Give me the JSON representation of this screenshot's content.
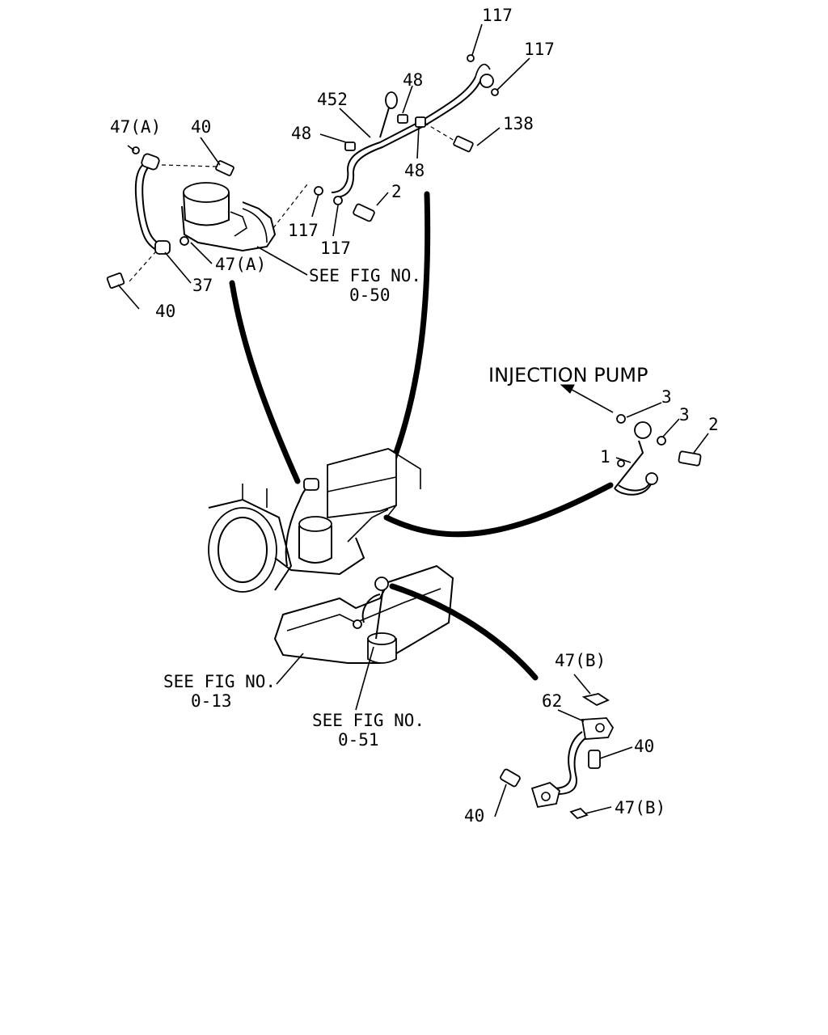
{
  "labels": {
    "top_117_a": "117",
    "top_117_b": "117",
    "p48_top": "48",
    "p452": "452",
    "p48_left": "48",
    "p138": "138",
    "p48_right": "48",
    "p2_top": "2",
    "p47a_top": "47(A)",
    "p40_top": "40",
    "p117_mid_a": "117",
    "p117_mid_b": "117",
    "p47a_mid": "47(A)",
    "p37": "37",
    "p40_left": "40",
    "see_fig_050_a": "SEE FIG NO.",
    "see_fig_050_b": "0-50",
    "injection_pump": "INJECTION PUMP",
    "p3_a": "3",
    "p3_b": "3",
    "p2_right": "2",
    "p1": "1",
    "see_fig_013_a": "SEE FIG NO.",
    "see_fig_013_b": "0-13",
    "see_fig_051_a": "SEE FIG NO.",
    "see_fig_051_b": "0-51",
    "p47b_top": "47(B)",
    "p62": "62",
    "p40_right": "40",
    "p40_bottom": "40",
    "p47b_bottom": "47(B)"
  }
}
